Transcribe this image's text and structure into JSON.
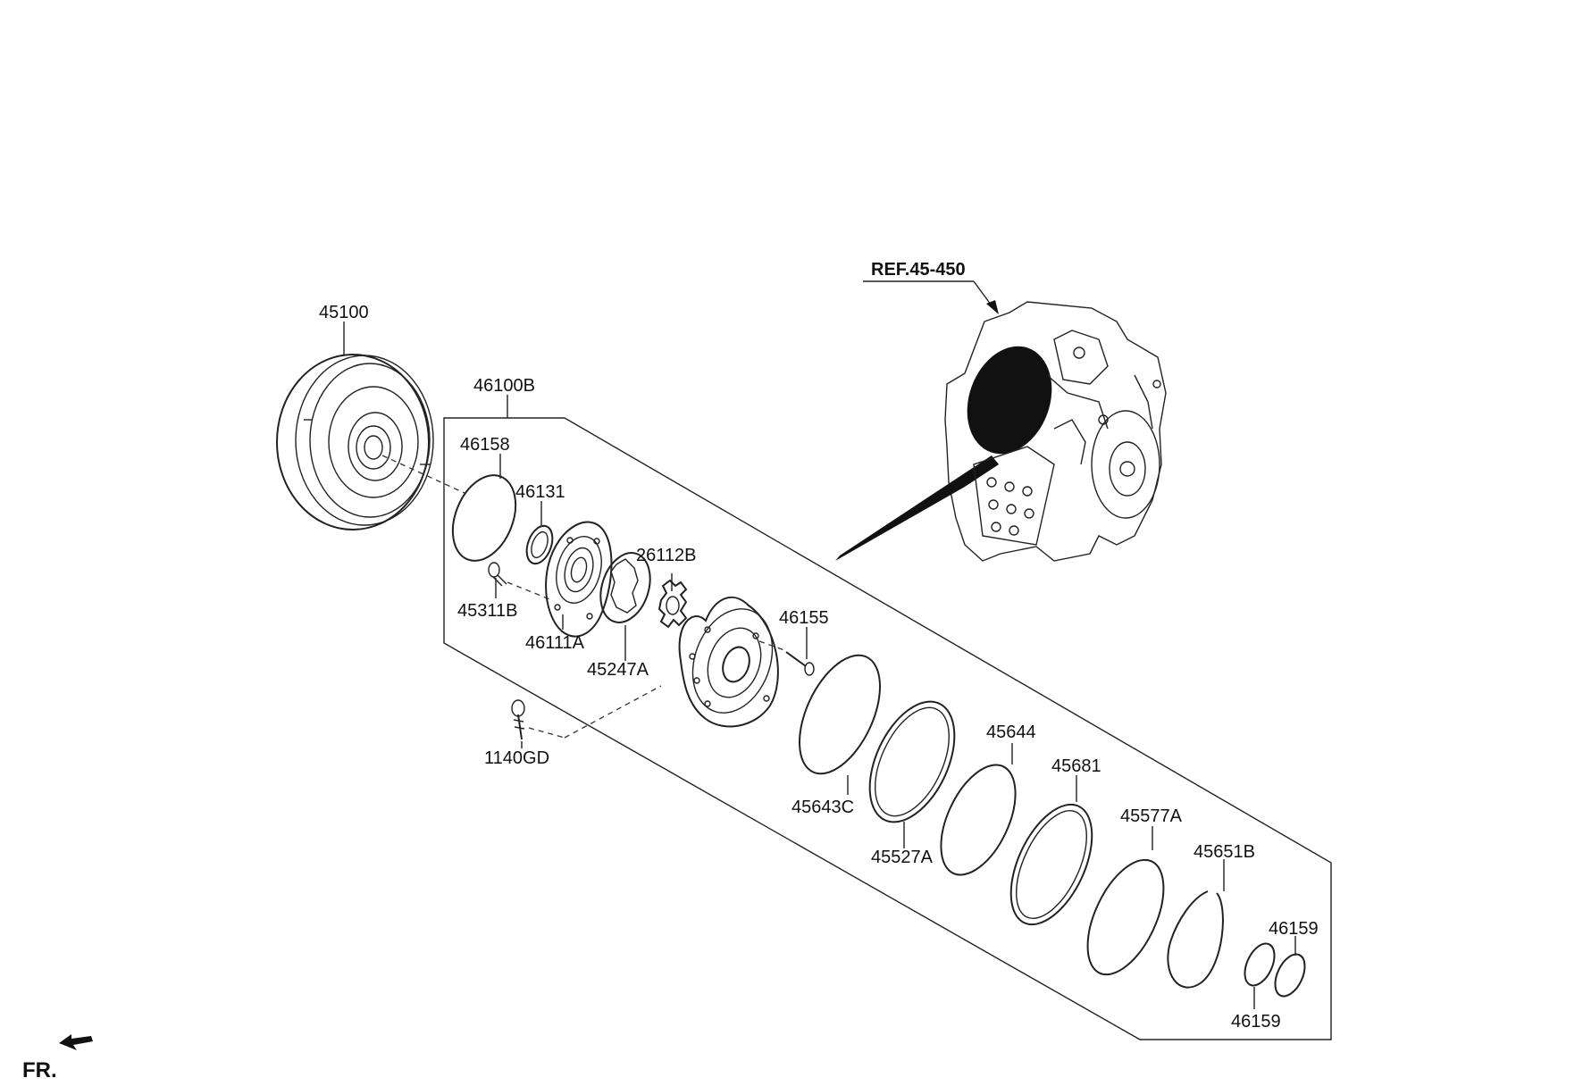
{
  "reference": {
    "label": "REF.45-450"
  },
  "orientation": {
    "label": "FR."
  },
  "parts": {
    "p45100": "45100",
    "p46100B": "46100B",
    "p46158": "46158",
    "p46131": "46131",
    "p26112B": "26112B",
    "p45311B": "45311B",
    "p46111A": "46111A",
    "p45247A": "45247A",
    "p46155": "46155",
    "p1140GD": "1140GD",
    "p45643C": "45643C",
    "p45527A": "45527A",
    "p45644": "45644",
    "p45681": "45681",
    "p45577A": "45577A",
    "p45651B": "45651B",
    "p46159a": "46159",
    "p46159b": "46159"
  }
}
